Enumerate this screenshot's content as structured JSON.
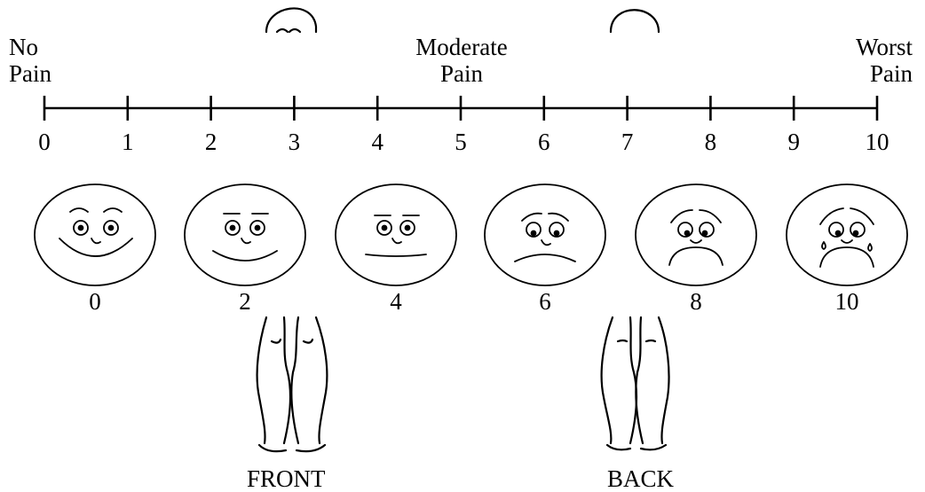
{
  "scale": {
    "left_label": [
      "No",
      "Pain"
    ],
    "middle_label": [
      "Moderate",
      "Pain"
    ],
    "right_label": [
      "Worst",
      "Pain"
    ],
    "ticks": [
      "0",
      "1",
      "2",
      "3",
      "4",
      "5",
      "6",
      "7",
      "8",
      "9",
      "10"
    ]
  },
  "faces": [
    {
      "value": "0",
      "icon": "smiling-face-icon"
    },
    {
      "value": "2",
      "icon": "slight-smile-face-icon"
    },
    {
      "value": "4",
      "icon": "neutral-face-icon"
    },
    {
      "value": "6",
      "icon": "frowning-face-icon"
    },
    {
      "value": "8",
      "icon": "distressed-face-icon"
    },
    {
      "value": "10",
      "icon": "crying-face-icon"
    }
  ],
  "body_views": {
    "front": "FRONT",
    "back": "BACK"
  }
}
